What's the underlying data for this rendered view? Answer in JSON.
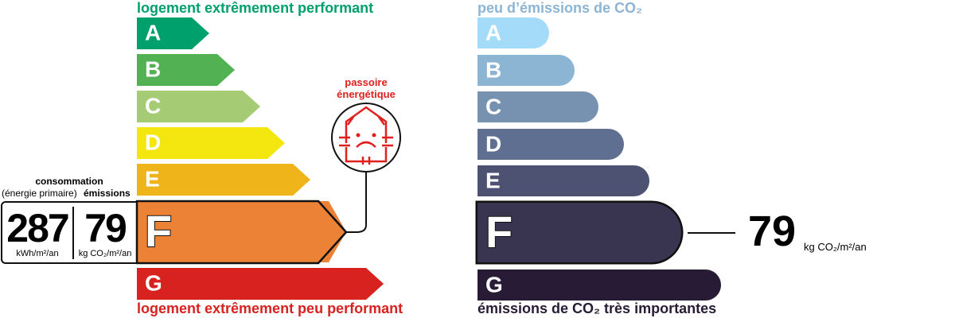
{
  "energy": {
    "top_label": "logement extrêmement performant",
    "bottom_label": "logement extrêmement peu performant",
    "classes": [
      {
        "letter": "A",
        "color": "#00a06c"
      },
      {
        "letter": "B",
        "color": "#52b153"
      },
      {
        "letter": "C",
        "color": "#a5cc74"
      },
      {
        "letter": "D",
        "color": "#f4e70f"
      },
      {
        "letter": "E",
        "color": "#f0b41b"
      },
      {
        "letter": "F",
        "color": "#ec8235"
      },
      {
        "letter": "G",
        "color": "#d7221f"
      }
    ],
    "current": "F"
  },
  "values": {
    "consumption_label": "consommation",
    "consumption_sub": "(énergie primaire)",
    "emissions_label": "émissions",
    "consumption": "287",
    "consumption_unit": "kWh/m²/an",
    "emissions": "79",
    "emissions_unit": "kg CO₂/m²/an"
  },
  "passoire": {
    "line1": "passoire",
    "line2": "énergétique"
  },
  "co2": {
    "top_label": "peu d’émissions de CO₂",
    "bottom_label": "émissions de CO₂ très importantes",
    "classes": [
      {
        "letter": "A",
        "color": "#a4dbf8"
      },
      {
        "letter": "B",
        "color": "#8cb4d3"
      },
      {
        "letter": "C",
        "color": "#7792b1"
      },
      {
        "letter": "D",
        "color": "#5f6f92"
      },
      {
        "letter": "E",
        "color": "#4d5172"
      },
      {
        "letter": "F",
        "color": "#393551"
      },
      {
        "letter": "G",
        "color": "#281b35"
      }
    ],
    "current": "F",
    "value": "79",
    "unit": "kg CO₂/m²/an"
  }
}
